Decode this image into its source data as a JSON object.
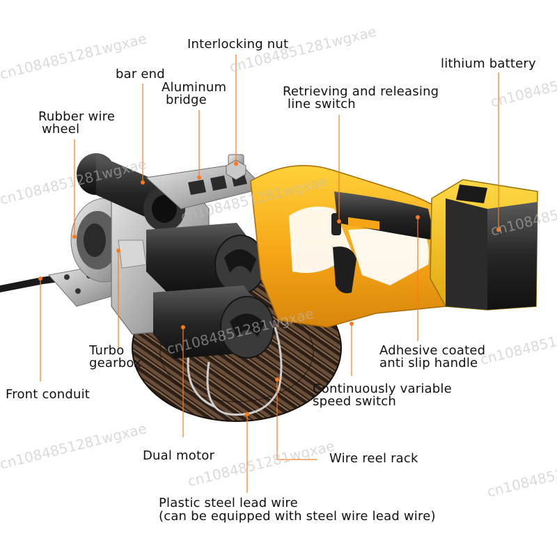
{
  "labels": {
    "interlocking_nut": "Interlocking nut",
    "bar_end": "bar end",
    "aluminum_bridge_1": "Aluminum",
    "aluminum_bridge_2": "bridge",
    "lithium_battery": "lithium battery",
    "retrieving_switch_1": "Retrieving and releasing",
    "retrieving_switch_2": "line switch",
    "rubber_wheel_1": "Rubber wire",
    "rubber_wheel_2": "wheel",
    "turbo_gearbox_1": "Turbo",
    "turbo_gearbox_2": "gearbox",
    "adhesive_handle_1": "Adhesive coated",
    "adhesive_handle_2": "anti slip handle",
    "speed_switch_1": "Continuously variable",
    "speed_switch_2": "speed switch",
    "front_conduit": "Front conduit",
    "dual_motor": "Dual motor",
    "wire_reel_rack": "Wire reel rack",
    "lead_wire_1": "Plastic steel lead wire",
    "lead_wire_2": "(can be equipped with steel wire lead wire)"
  },
  "watermark": "cn1084851281wgxae",
  "colors": {
    "leader_line": "#ff7a1a",
    "body_yellow": "#f6a516",
    "body_dark": "#2a2a2a",
    "metal": "#a9a9a9",
    "battery_yellow": "#f2c21a"
  }
}
